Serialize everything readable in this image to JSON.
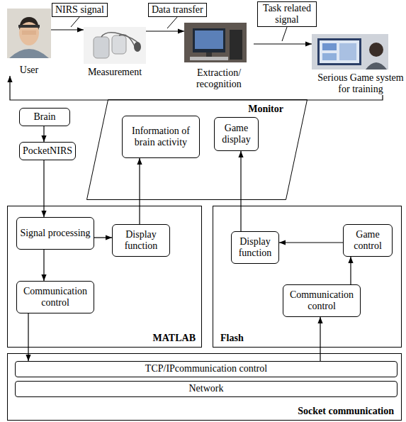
{
  "diagram": {
    "nodes": [
      {
        "text": [
          "User"
        ]
      },
      {
        "text": [
          "Measurement"
        ]
      },
      {
        "text": [
          "Extraction/ recognition"
        ]
      },
      {
        "text": [
          "Serious Game system for training"
        ]
      },
      {
        "text": [
          "Brain"
        ]
      },
      {
        "text": [
          "PocketNIRS"
        ]
      },
      {
        "text": [
          "Monitor"
        ]
      },
      {
        "text": [
          "Information of brain activity"
        ],
        "in": 6
      },
      {
        "text": [
          "Game display"
        ],
        "in": 6
      },
      {
        "text": [
          "MATLAB"
        ]
      },
      {
        "text": [
          "Signal processing"
        ],
        "in": 9
      },
      {
        "text": [
          "Display function"
        ],
        "in": 9
      },
      {
        "text": [
          "Communication control"
        ],
        "in": 9
      },
      {
        "text": [
          "Flash"
        ]
      },
      {
        "text": [
          "Display function"
        ],
        "in": 13
      },
      {
        "text": [
          "Game control"
        ],
        "in": 13
      },
      {
        "text": [
          "Communication control"
        ],
        "in": 13
      },
      {
        "text": [
          "Socket communication"
        ]
      },
      {
        "text": [
          "TCP/IPcommunication control"
        ],
        "in": 17
      },
      {
        "text": [
          "Network"
        ],
        "in": 17
      }
    ],
    "edges": [
      {
        "from": 0,
        "to": 1,
        "arrow": "to",
        "label": "NIRS signal"
      },
      {
        "from": 1,
        "to": 2,
        "arrow": "to",
        "label": "Data transfer"
      },
      {
        "from": 2,
        "to": 3,
        "arrow": "to",
        "label": "Task related signal"
      },
      {
        "from": 3,
        "to": 0,
        "arrow": "to"
      },
      {
        "from": 4,
        "to": 5,
        "arrow": "to"
      },
      {
        "from": 5,
        "to": 10,
        "arrow": "to"
      },
      {
        "from": 10,
        "to": 12,
        "arrow": "to"
      },
      {
        "from": 10,
        "to": 11,
        "arrow": "to"
      },
      {
        "from": 11,
        "to": 7,
        "arrow": "to"
      },
      {
        "from": 12,
        "to": 18,
        "arrow": "to"
      },
      {
        "from": 18,
        "to": 16,
        "arrow": "to"
      },
      {
        "from": 16,
        "to": 15,
        "arrow": "to"
      },
      {
        "from": 15,
        "to": 14,
        "arrow": "to"
      },
      {
        "from": 14,
        "to": 8,
        "arrow": "to"
      }
    ]
  }
}
